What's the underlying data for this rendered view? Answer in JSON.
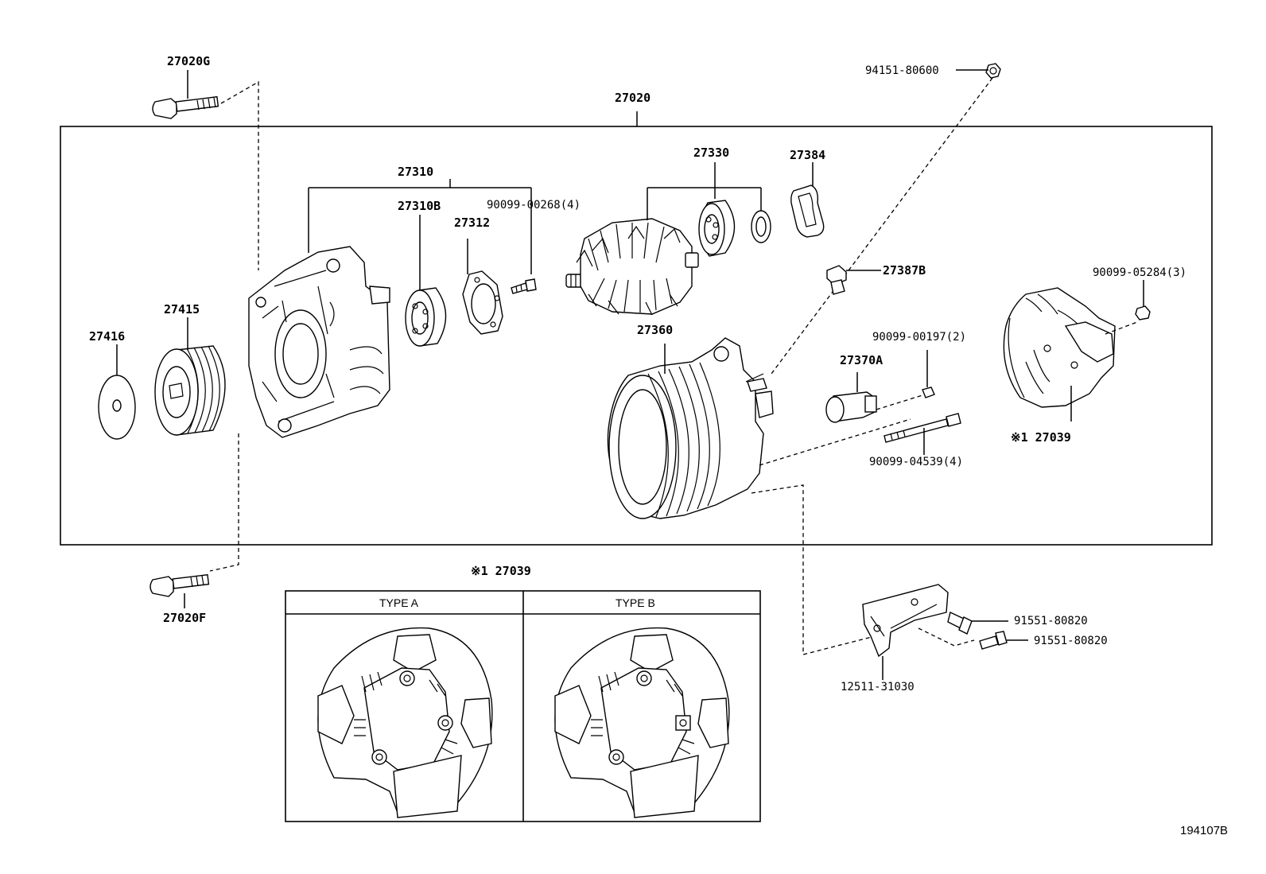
{
  "labels": {
    "p27020G": "27020G",
    "p27020": "27020",
    "p94151": "94151-80600",
    "p27310": "27310",
    "p27310B": "27310B",
    "p27312": "27312",
    "p90099_00268": "90099-00268(4)",
    "p27330": "27330",
    "p27384": "27384",
    "p27387B": "27387B",
    "p90099_05284": "90099-05284(3)",
    "p27415": "27415",
    "p27416": "27416",
    "p27360": "27360",
    "p90099_00197": "90099-00197(2)",
    "p27370A": "27370A",
    "p27039_main": "※1 27039",
    "p90099_04539": "90099-04539(4)",
    "p27020F": "27020F",
    "p27039_detail": "※1 27039",
    "type_a": "TYPE A",
    "type_b": "TYPE B",
    "p91551_a": "91551-80820",
    "p91551_b": "91551-80820",
    "p12511": "12511-31030",
    "diagram_id": "194107B"
  }
}
